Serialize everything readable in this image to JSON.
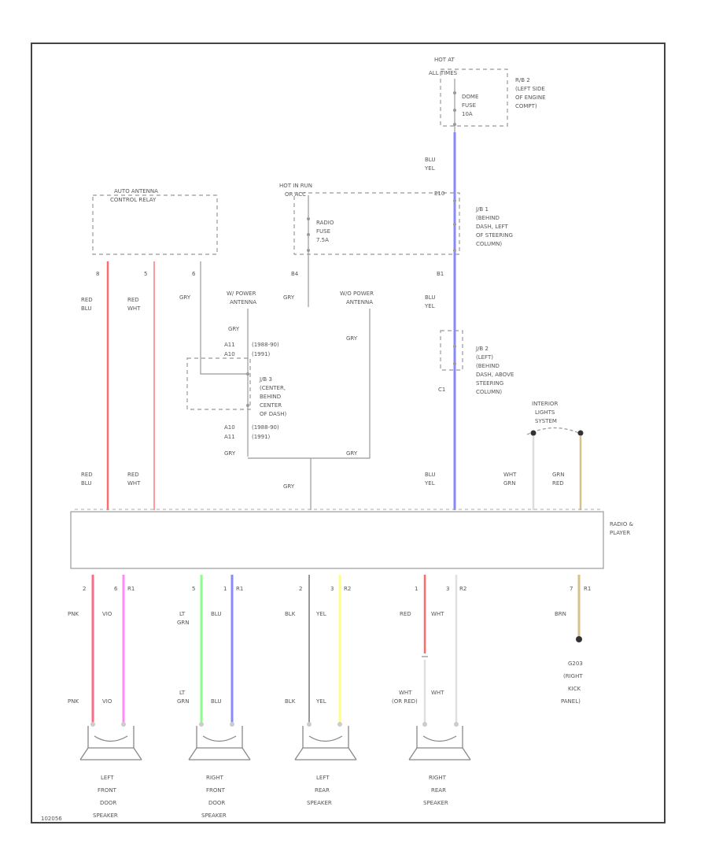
{
  "colors": {
    "frame": "#444444",
    "wire_gray": "#999999",
    "red_blu": "#ff6b6b",
    "red_wht": "#ff9a9a",
    "blu_yel": "#8888ff",
    "wht_grn": "#dddddd",
    "grn_red": "#d8c08a",
    "pnk": "#ff6b8a",
    "vio": "#ff88ff",
    "lt_grn": "#88ff88",
    "blu": "#8888ff",
    "blk": "#999999",
    "yel": "#ffff88",
    "red": "#ff6b6b",
    "wht": "#e0e0e0",
    "brn": "#d8c08a"
  },
  "fuse_top": {
    "hot_at": "HOT AT",
    "hot_at2": "ALL TIMES",
    "fuse1": "DOME",
    "fuse2": "FUSE",
    "fuse3": "10A",
    "rb1": "R/B 2",
    "rb2": "(LEFT SIDE",
    "rb3": "OF ENGINE",
    "rb4": "COMPT)"
  },
  "auto_antenna": {
    "line1": "AUTO ANTENNA",
    "line2": "CONTROL RELAY"
  },
  "hot_in_run": {
    "line1": "HOT IN RUN",
    "line2": "OR ACC",
    "fuse1": "RADIO",
    "fuse2": "FUSE",
    "fuse3": "7.5A"
  },
  "jb1": {
    "line1": "J/B 1",
    "line2": "(BEHIND",
    "line3": "DASH, LEFT",
    "line4": "OF STEERING",
    "line5": "COLUMN)"
  },
  "jb2": {
    "line1": "J/B 2",
    "line2": "(LEFT)",
    "line3": "(BEHIND",
    "line4": "DASH, ABOVE",
    "line5": "STEERING",
    "line6": "COLUMN)"
  },
  "jb3": {
    "line1": "J/B 3",
    "line2": "(CENTER,",
    "line3": "BEHIND",
    "line4": "CENTER",
    "line5": "OF DASH)"
  },
  "power_antenna": {
    "line1": "W/ POWER",
    "line2": "ANTENNA"
  },
  "no_power_antenna": {
    "line1": "W/O POWER",
    "line2": "ANTENNA"
  },
  "interior_lights": {
    "line1": "INTERIOR",
    "line2": "LIGHTS",
    "line3": "SYSTEM"
  },
  "radio": {
    "line1": "RADIO &",
    "line2": "PLAYER"
  },
  "ground": {
    "line1": "G203",
    "line2": "(RIGHT",
    "line3": "KICK",
    "line4": "PANEL)"
  },
  "wire_labels": {
    "blu_yel": [
      "BLU",
      "YEL"
    ],
    "red_blu": [
      "RED",
      "BLU"
    ],
    "red_wht": [
      "RED",
      "WHT"
    ],
    "gry": "GRY",
    "wht_grn": [
      "WHT",
      "GRN"
    ],
    "grn_red": [
      "GRN",
      "RED"
    ],
    "pnk": "PNK",
    "vio": "VIO",
    "lt_grn": [
      "LT",
      "GRN"
    ],
    "blu": "BLU",
    "blk": "BLK",
    "yel": "YEL",
    "red": "RED",
    "wht": "WHT",
    "wht_or_red": [
      "WHT",
      "(OR RED)"
    ],
    "brn": "BRN"
  },
  "pins": {
    "p8_1": "8",
    "p5_1": "5",
    "p6_1": "6",
    "b4": "B4",
    "b1": "B1",
    "c1": "C1",
    "a11": "A11",
    "a10": "A10",
    "e10": "E10",
    "p2a": "2",
    "p6a": "6",
    "r1a": "R1",
    "p5b": "5",
    "p1b": "1",
    "r1b": "R1",
    "p2c": "2",
    "p3c": "3",
    "r2c": "R2",
    "p1d": "1",
    "p3d": "3",
    "r2d": "R2",
    "p7e": "7",
    "r1e": "R1",
    "range1": "(1988-90)",
    "range2": "(1991)",
    "bot1": "1",
    "bot2": "2"
  },
  "speakers": [
    {
      "line1": "LEFT",
      "line2": "FRONT",
      "line3": "DOOR",
      "line4": "SPEAKER"
    },
    {
      "line1": "RIGHT",
      "line2": "FRONT",
      "line3": "DOOR",
      "line4": "SPEAKER"
    },
    {
      "line1": "LEFT",
      "line2": "REAR",
      "line3": "SPEAKER"
    },
    {
      "line1": "RIGHT",
      "line2": "REAR",
      "line3": "SPEAKER"
    }
  ],
  "page_id": "102056"
}
